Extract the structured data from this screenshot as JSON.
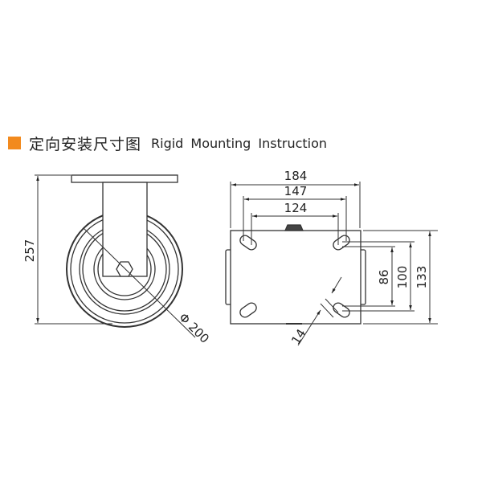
{
  "heading": {
    "accent_color": "#f28a1e",
    "title_zh": "定向安装尺寸图",
    "title_en": "Rigid Mounting Instruction"
  },
  "side_view": {
    "height_label": "257",
    "wheel_diameter_label": "Φ 200"
  },
  "top_view": {
    "plate_width_label": "184",
    "outer_hole_span_label": "147",
    "inner_hole_span_label": "124",
    "inner_hole_vertical_label": "86",
    "outer_hole_vertical_label": "100",
    "plate_length_label": "133",
    "slot_width_label": "14"
  }
}
